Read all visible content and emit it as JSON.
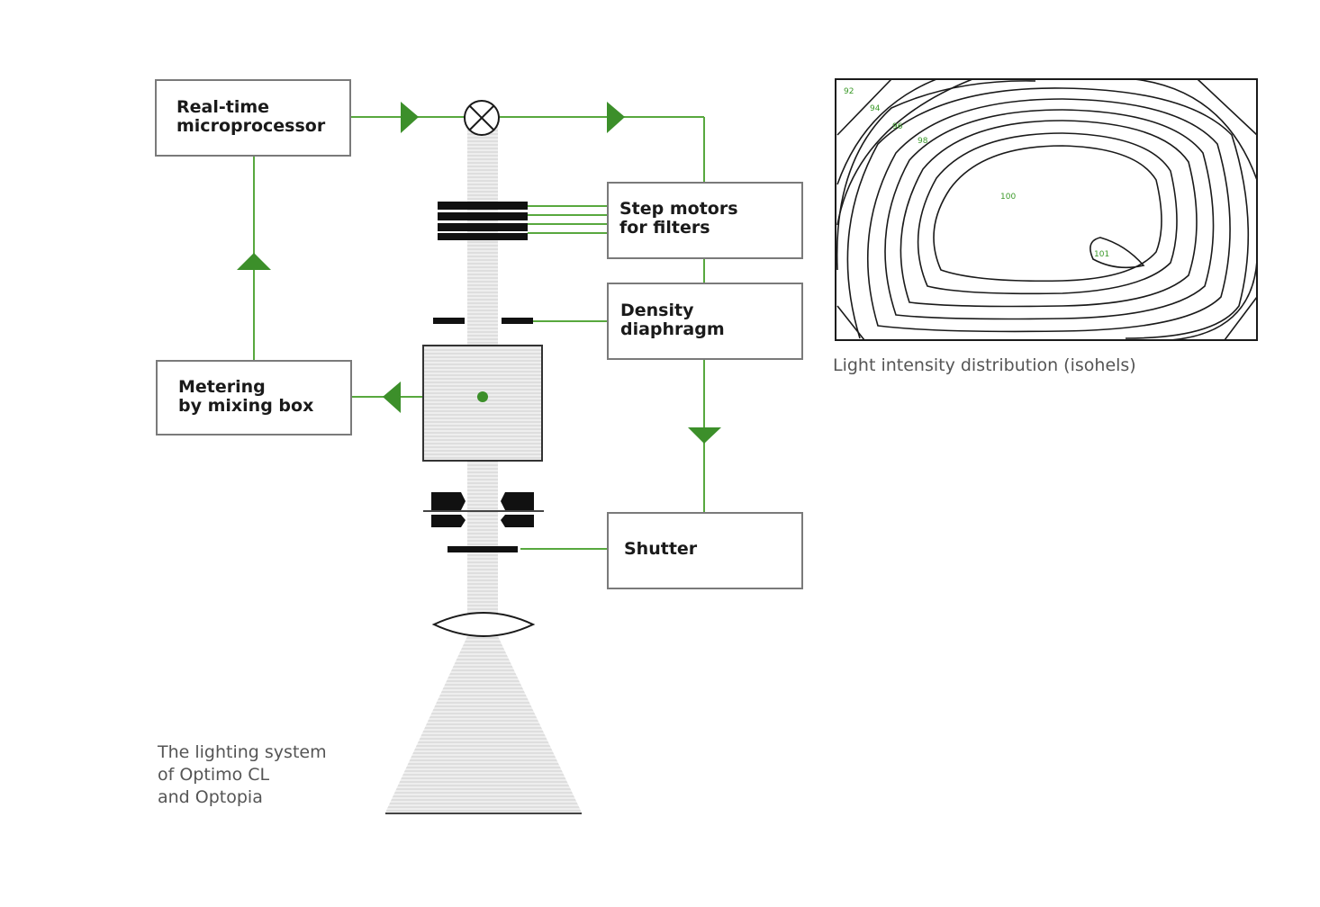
{
  "colors": {
    "line_green": "#58a83e",
    "arrow_green": "#3c8f2a",
    "box_stroke": "#7a7a7a",
    "beam_gray": "#e4e4e4",
    "text_dark": "#1a1a1a",
    "caption_gray": "#555555"
  },
  "boxes": {
    "microprocessor": {
      "line1": "Real-time",
      "line2": "microprocessor"
    },
    "step_motors": {
      "line1": "Step motors",
      "line2": "for filters"
    },
    "density": {
      "line1": "Density",
      "line2": "diaphragm"
    },
    "metering": {
      "line1": "Metering",
      "line2": "by mixing box"
    },
    "shutter": {
      "line1": "Shutter"
    }
  },
  "captions": {
    "system": {
      "line1": "The lighting system",
      "line2": "of Optimo CL",
      "line3": "and Optopia"
    },
    "isohel": "Light intensity distribution (isohels)"
  },
  "isohel_labels": [
    "92",
    "94",
    "96",
    "98",
    "100",
    "101"
  ],
  "icons": {
    "lamp": "lamp-cross-icon",
    "arrows": "triangle-arrow-icon"
  }
}
